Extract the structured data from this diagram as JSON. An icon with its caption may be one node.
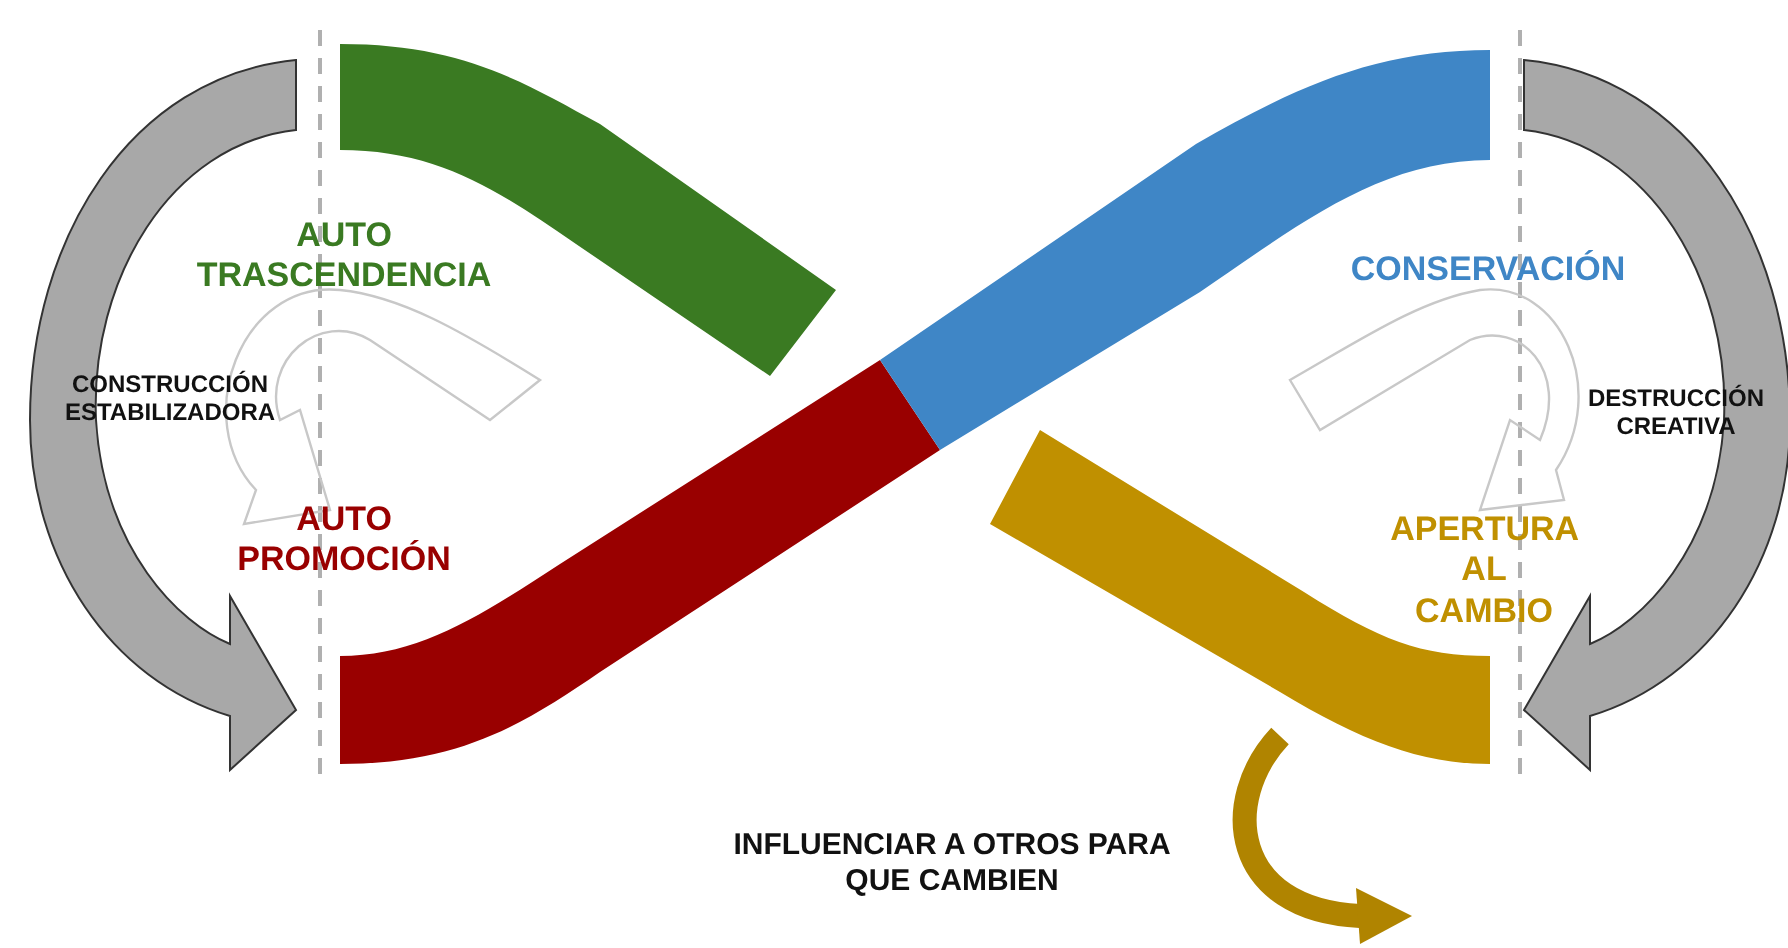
{
  "diagram": {
    "labels": [
      "AUTO TRASCENDENCIA",
      "CONSERVACIÓN",
      "CONSTRUCCIÓN ESTABILIZADORA",
      "DESTRUCCIÓN CREATIVA",
      "AUTO PROMOCIÓN",
      "APERTURA AL CAMBIO",
      "INFLUENCIAR A OTROS PARA QUE CAMBIEN"
    ]
  }
}
